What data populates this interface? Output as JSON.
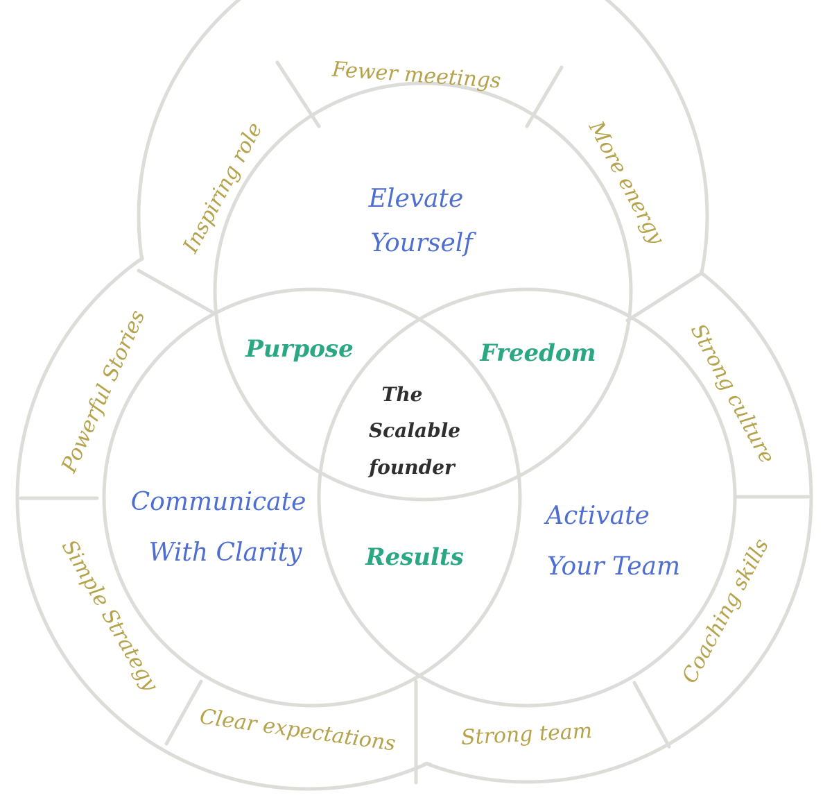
{
  "colors": {
    "ring": "#dcdcd8",
    "outer_text": "#b5a34c",
    "core_text": "#4f6fd0",
    "overlap_text": "#2aa884",
    "center_text": "#2f2f2f"
  },
  "center": {
    "line1": "The",
    "line2": "Scalable",
    "line3": "founder"
  },
  "cores": {
    "top": {
      "line1": "Elevate",
      "line2": "Yourself"
    },
    "left": {
      "line1": "Communicate",
      "line2": "With Clarity"
    },
    "right": {
      "line1": "Activate",
      "line2": "Your Team"
    }
  },
  "overlaps": {
    "top_left": "Purpose",
    "top_right": "Freedom",
    "bottom": "Results"
  },
  "outer": {
    "fewer_meetings": "Fewer meetings",
    "inspiring_role": "Inspiring role",
    "more_energy": "More energy",
    "powerful_stories": "Powerful Stories",
    "strong_culture": "Strong culture",
    "simple_strategy": "Simple Strategy",
    "coaching_skills": "Coaching skills",
    "clear_expectations": "Clear expectations",
    "strong_team": "Strong team"
  }
}
